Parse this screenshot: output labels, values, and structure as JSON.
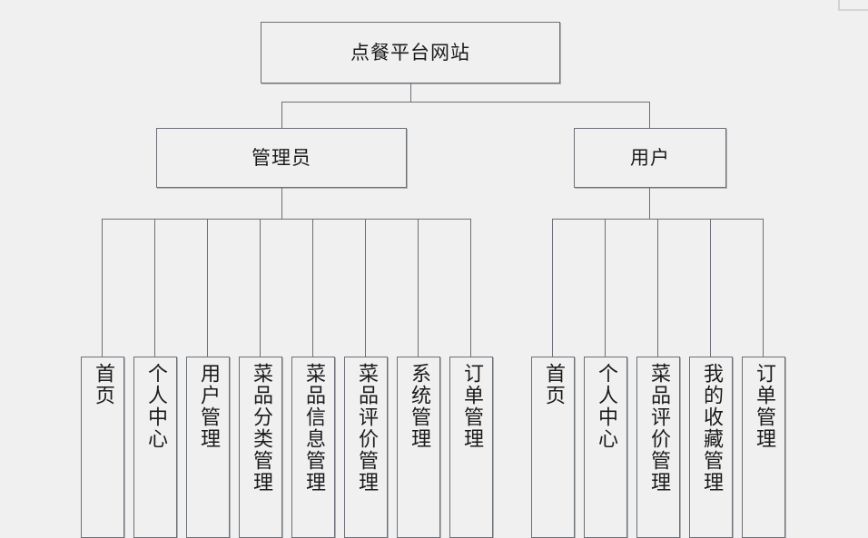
{
  "diagram": {
    "type": "tree",
    "title": "点餐平台网站",
    "background_color": "#f0f0f0",
    "border_color": "#6b7076",
    "text_color": "#1b1b1b",
    "root": {
      "label": "点餐平台网站"
    },
    "level2": [
      {
        "label": "管理员"
      },
      {
        "label": "用户"
      }
    ],
    "admin_leaves": [
      {
        "label": "首页"
      },
      {
        "label": "个人中心"
      },
      {
        "label": "用户管理"
      },
      {
        "label": "菜品分类管理"
      },
      {
        "label": "菜品信息管理"
      },
      {
        "label": "菜品评价管理"
      },
      {
        "label": "系统管理"
      },
      {
        "label": "订单管理"
      }
    ],
    "user_leaves": [
      {
        "label": "首页"
      },
      {
        "label": "个人中心"
      },
      {
        "label": "菜品评价管理"
      },
      {
        "label": "我的收藏管理"
      },
      {
        "label": "订单管理"
      }
    ]
  }
}
